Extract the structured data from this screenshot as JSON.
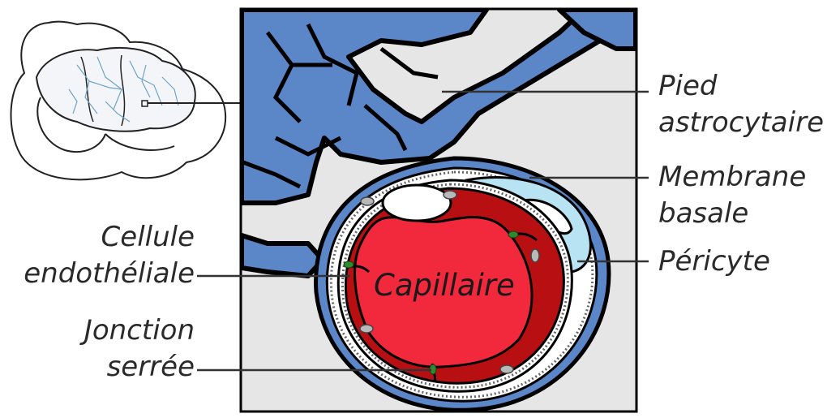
{
  "labels": {
    "pied_line1": "Pied",
    "pied_line2": "astrocytaire",
    "membrane_line1": "Membrane",
    "membrane_line2": "basale",
    "pericyte": "Péricyte",
    "cellule_line1": "Cellule",
    "cellule_line2": "endothéliale",
    "jonction_line1": "Jonction",
    "jonction_line2": "serrée",
    "capillaire": "Capillaire"
  },
  "colors": {
    "background_panel": "#e8e8e8",
    "astrocyte_blue": "#5b86c7",
    "endothelial_red": "#b80f12",
    "lumen_red": "#f2283c",
    "pericyte_light_blue": "#b7e3f2",
    "junction_green": "#2f8a2f"
  }
}
